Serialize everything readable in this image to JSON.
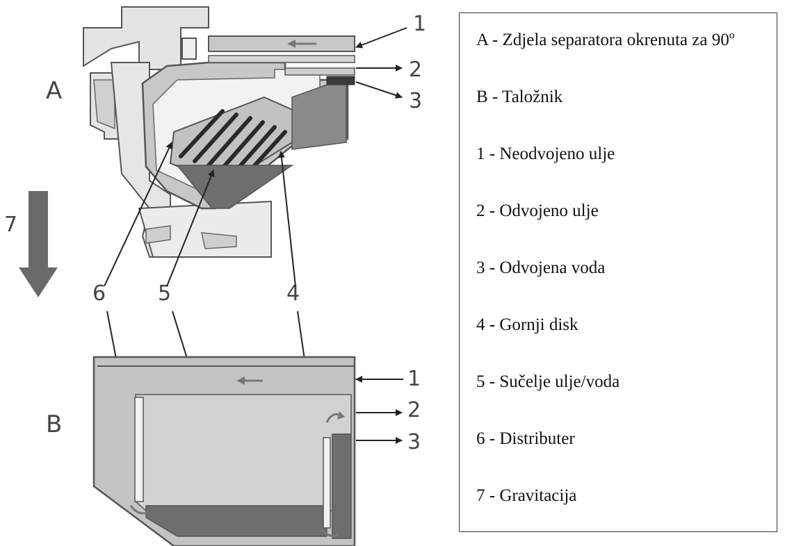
{
  "figure": {
    "section_labels": {
      "a": "A",
      "b": "B"
    },
    "top_callouts": [
      "1",
      "2",
      "3"
    ],
    "bottom_callouts": [
      "1",
      "2",
      "3"
    ],
    "middle_callouts": [
      "6",
      "5",
      "4"
    ],
    "gravity_label": "7"
  },
  "legend": {
    "items": [
      "A - Zdjela separatora okrenuta za 90º",
      "B - Taložnik",
      "1 - Neodvojeno ulje",
      "2 - Odvojeno ulje",
      "3 - Odvojena voda",
      "4 - Gornji disk",
      "5 - Sučelje ulje/voda",
      "6 - Distributer",
      "7 - Gravitacija"
    ]
  },
  "colors": {
    "outline": "#555555",
    "light_fill": "#c8c8c8",
    "oil_fill": "#b4b4b4",
    "water_fill": "#6e6e6e",
    "disk_stripes": "#2a2a2a",
    "arrow_gray": "#6a6a6a"
  }
}
